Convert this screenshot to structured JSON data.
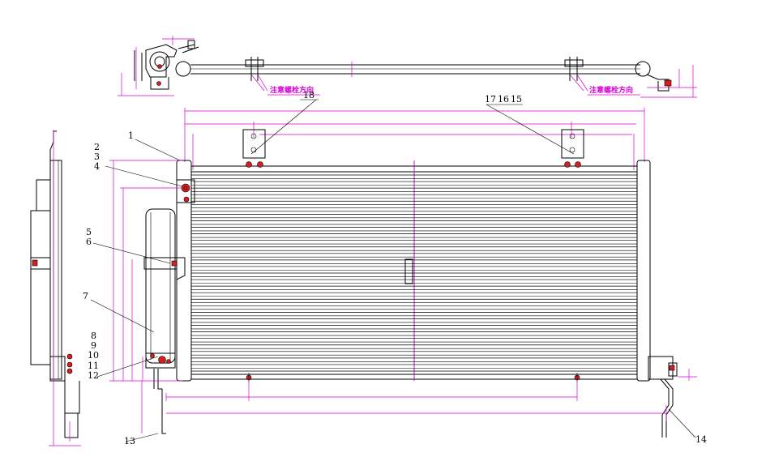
{
  "drawing": {
    "notes": {
      "note_left": "注意螺栓方向",
      "note_right": "注意螺栓方向"
    },
    "part_numbers": {
      "p1": "1",
      "p2": "2",
      "p3": "3",
      "p4": "4",
      "p5": "5",
      "p6": "6",
      "p7": "7",
      "p8": "8",
      "p9": "9",
      "p10": "10",
      "p11": "11",
      "p12": "12",
      "p13": "13",
      "p14": "14",
      "p15": "15",
      "p16": "16",
      "p17": "17",
      "p18": "18"
    }
  }
}
